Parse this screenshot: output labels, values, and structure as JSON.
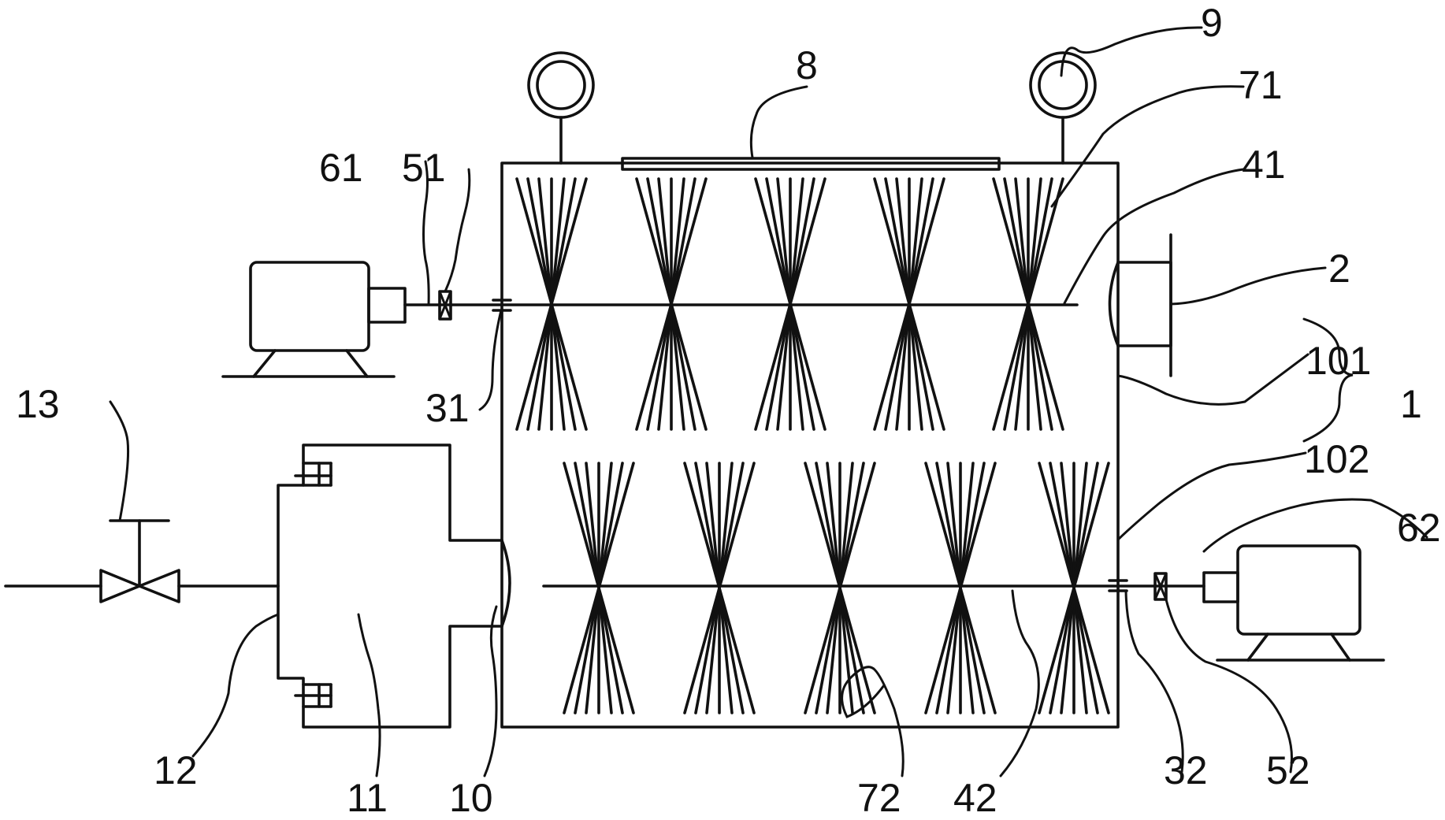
{
  "labels": {
    "l1": "1",
    "l2": "2",
    "l8": "8",
    "l9": "9",
    "l10": "10",
    "l11": "11",
    "l12": "12",
    "l13": "13",
    "l31": "31",
    "l32": "32",
    "l41": "41",
    "l42": "42",
    "l51": "51",
    "l52": "52",
    "l61": "61",
    "l62": "62",
    "l71": "71",
    "l72": "72",
    "l101": "101",
    "l102": "102"
  },
  "colors": {
    "line": "#111111",
    "background": "#ffffff"
  }
}
